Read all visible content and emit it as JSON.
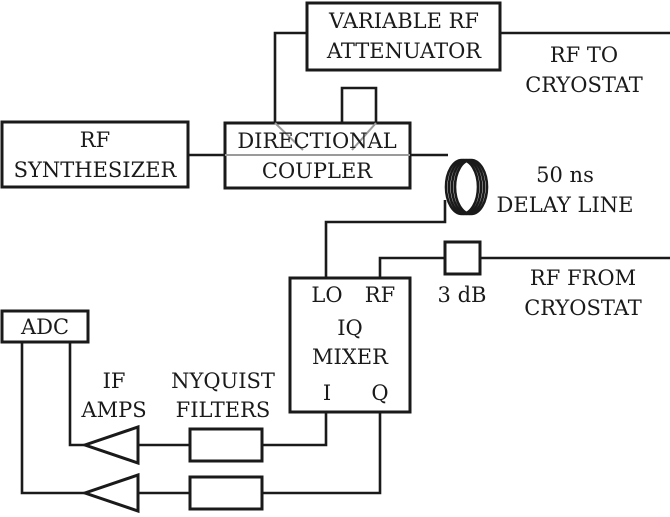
{
  "blocks": {
    "attenuator": {
      "line1": "VARIABLE RF",
      "line2": "ATTENUATOR"
    },
    "synthesizer": {
      "line1": "RF",
      "line2": "SYNTHESIZER"
    },
    "coupler": {
      "line1": "DIRECTIONAL",
      "line2": "COUPLER"
    },
    "mixer": {
      "port_lo": "LO",
      "port_rf": "RF",
      "line1": "IQ",
      "line2": "MIXER",
      "port_i": "I",
      "port_q": "Q"
    },
    "adc": {
      "label": "ADC"
    }
  },
  "labels": {
    "rf_to": {
      "line1": "RF TO",
      "line2": "CRYOSTAT"
    },
    "delay": {
      "line1": "50 ns",
      "line2": "DELAY LINE"
    },
    "attenuator_3db": "3 dB",
    "rf_from": {
      "line1": "RF FROM",
      "line2": "CRYOSTAT"
    },
    "if_amps": {
      "line1": "IF",
      "line2": "AMPS"
    },
    "filters": {
      "line1": "NYQUIST",
      "line2": "FILTERS"
    }
  },
  "colors": {
    "line": "#1a1a1a",
    "coupling_path": "#9a9a9a",
    "background": "#ffffff"
  }
}
